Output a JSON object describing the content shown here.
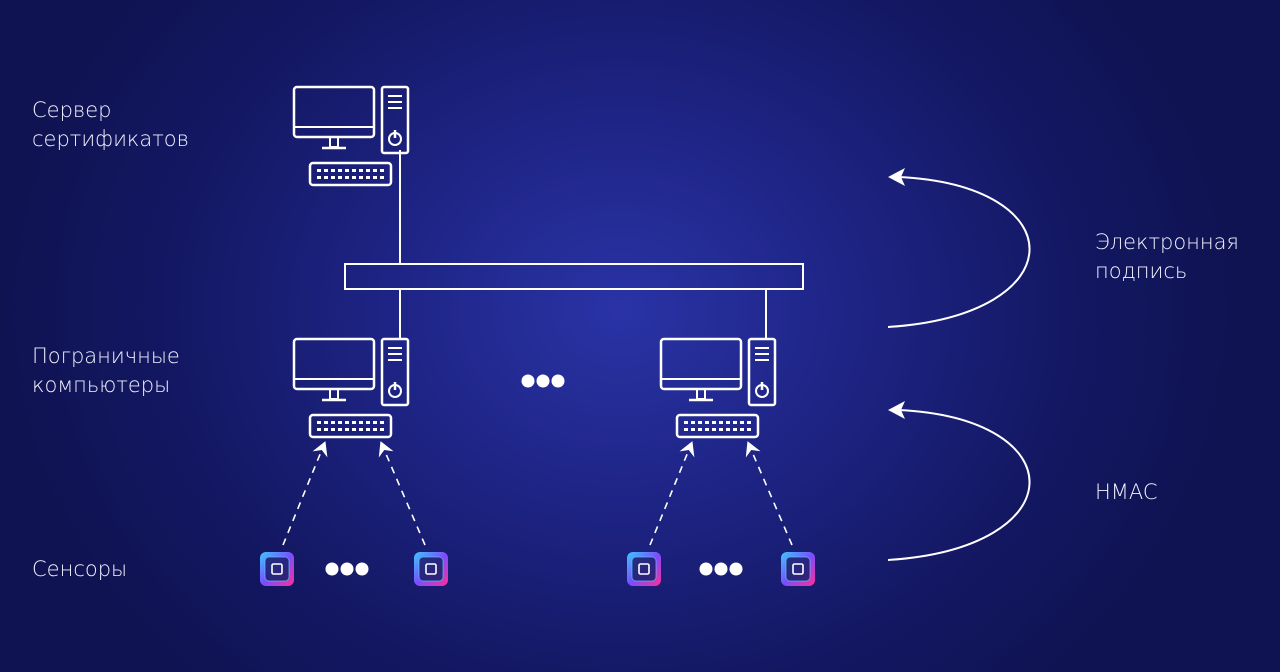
{
  "labels": {
    "server": [
      "Сервер",
      "сертификатов"
    ],
    "border": [
      "Пограничные",
      "компьютеры"
    ],
    "sensors": "Сенсоры",
    "signature": [
      "Электронная",
      "подпись"
    ],
    "hmac": "HMAC"
  },
  "colors": {
    "background": "#1d2382",
    "line": "#ffffff",
    "sensor_gradient": [
      "#3ec7ff",
      "#7a4dff",
      "#ff2d9a"
    ]
  },
  "icons": {
    "computer": "desktop-computer-icon",
    "sensor": "sensor-chip-icon",
    "ellipsis": "ellipsis-icon",
    "arrow": "curved-arrow-icon"
  }
}
